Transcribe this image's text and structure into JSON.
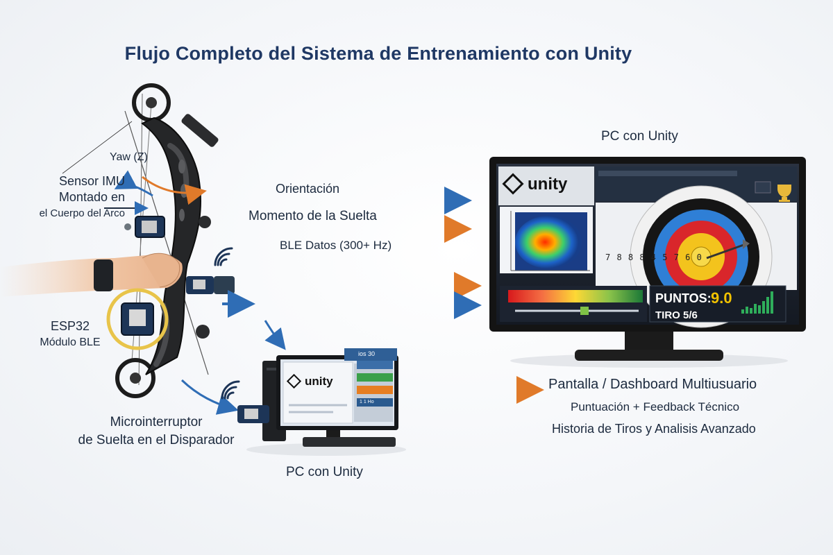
{
  "title": "Flujo Completo del Sistema de Entrenamiento con Unity",
  "bow": {
    "yaw_label": "Yaw (Z)",
    "imu_lines": [
      "Sensor IMU",
      "Montado en",
      "el Cuerpo del Arco"
    ],
    "esp_lines": [
      "ESP32",
      "Módulo BLE"
    ],
    "switch_lines": [
      "Microinterruptor",
      "de Suelta en el Disparador"
    ]
  },
  "flows": {
    "orientation": "Orientación",
    "release": "Momento de la Suelta",
    "ble": "BLE Datos (300+ Hz)"
  },
  "pc_main": {
    "title": "PC con Unity",
    "app_name": "unity",
    "score_label": "PUNTOS:",
    "score_value": "9.0",
    "shot_label": "TIRO 5/6",
    "ring_numbers": "7 8 8 8 4 5 7 6 0"
  },
  "pc_small": {
    "title": "PC con Unity",
    "app_name": "unity",
    "tab_label": "ios 30",
    "panel_rows": [
      "",
      "",
      "",
      "1 1 Ho"
    ]
  },
  "dashboard": {
    "title": "Pantalla / Dashboard Multiusuario",
    "line1": "Puntuación + Feedback Técnico",
    "line2": "Historia de Tiros y Analisis Avanzado"
  },
  "colors": {
    "title": "#1f3864",
    "blue_arrow": "#2f6db5",
    "orange_arrow": "#e07a2a",
    "score_yellow": "#f2c200"
  }
}
